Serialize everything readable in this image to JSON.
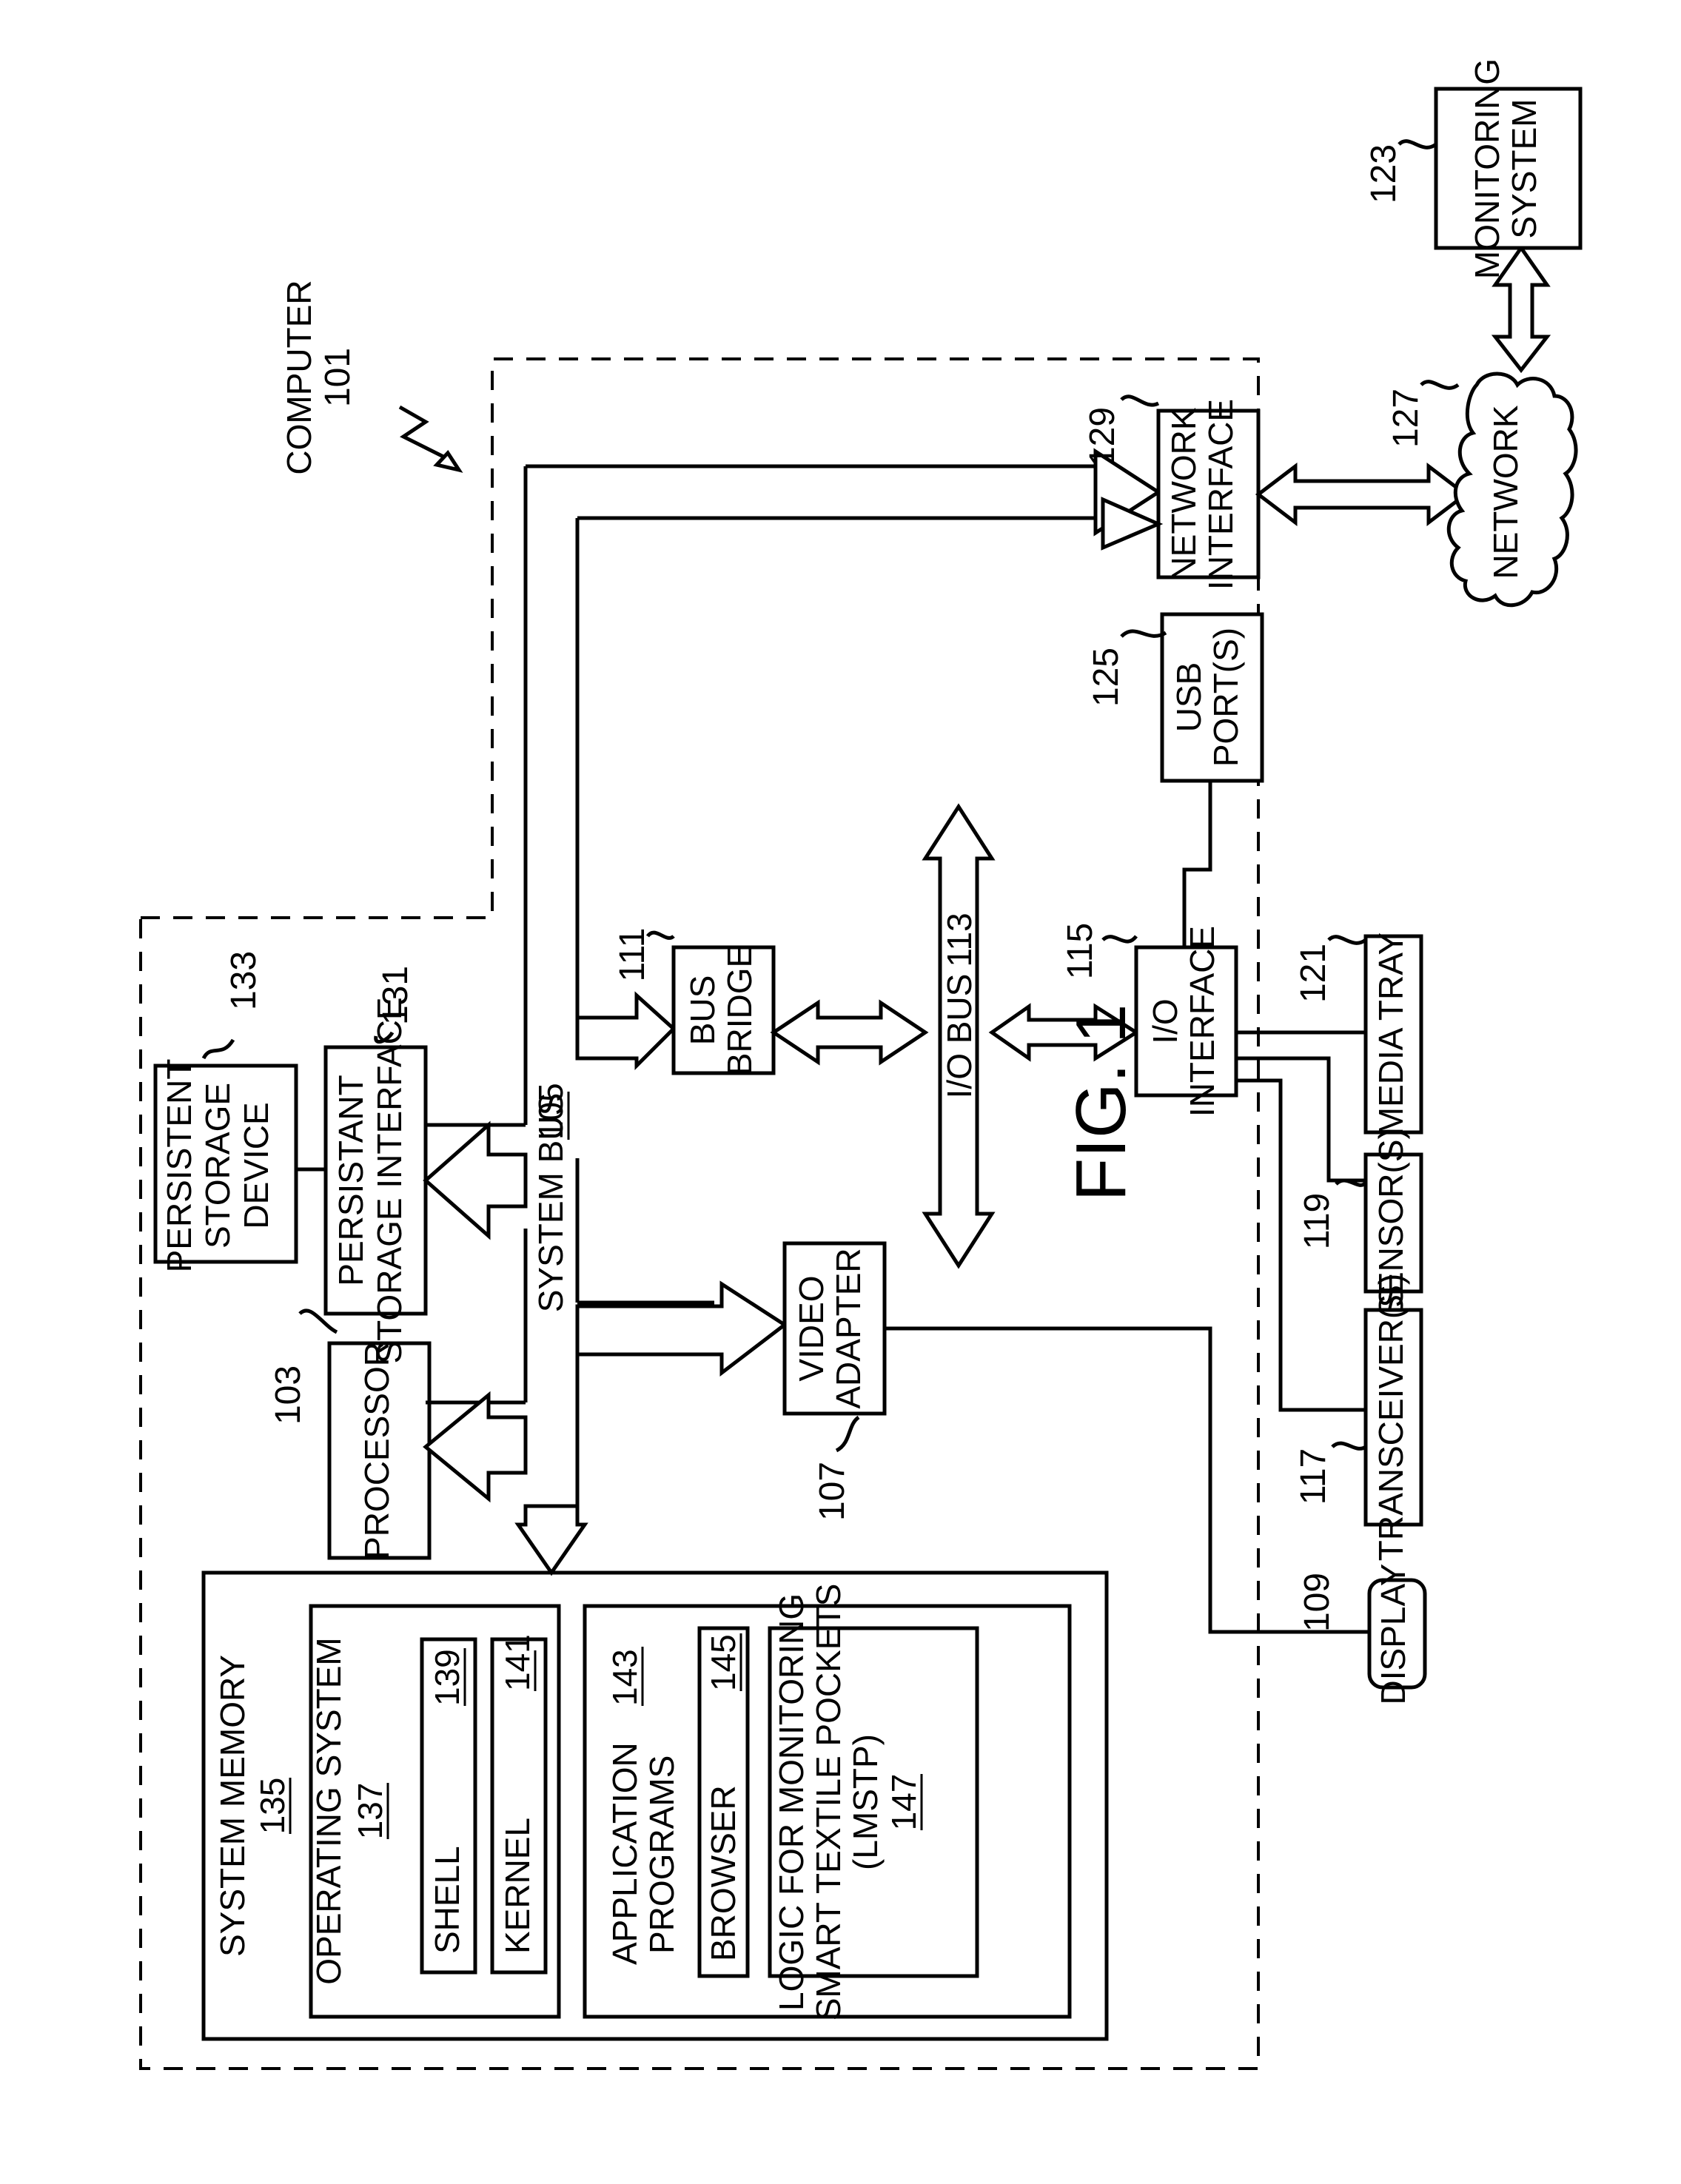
{
  "figure_label": "FIG. 1",
  "computer": {
    "label": "COMPUTER",
    "ref": "101"
  },
  "processor": {
    "label": "PROCESSOR",
    "ref": "103"
  },
  "system_bus": {
    "label": "SYSTEM BUS",
    "ref": "105"
  },
  "video_adapter": {
    "line1": "VIDEO",
    "line2": "ADAPTER",
    "ref": "107"
  },
  "display": {
    "label": "DISPLAY",
    "ref": "109"
  },
  "bus_bridge": {
    "line1": "BUS",
    "line2": "BRIDGE",
    "ref": "111"
  },
  "io_bus": {
    "label": "I/O BUS",
    "ref": "113"
  },
  "io_interface": {
    "line1": "I/O",
    "line2": "INTERFACE",
    "ref": "115"
  },
  "transceivers": {
    "label": "TRANSCEIVER(S)",
    "ref": "117"
  },
  "sensors": {
    "label": "SENSOR(S)",
    "ref": "119"
  },
  "media_tray": {
    "label": "MEDIA TRAY",
    "ref": "121"
  },
  "monitoring_system": {
    "line1": "MONITORING",
    "line2": "SYSTEM",
    "ref": "123"
  },
  "usb_ports": {
    "line1": "USB",
    "line2": "PORT(S)",
    "ref": "125"
  },
  "network": {
    "label": "NETWORK",
    "ref": "127"
  },
  "network_interface": {
    "line1": "NETWORK",
    "line2": "INTERFACE",
    "ref": "129"
  },
  "persistent_storage_interface": {
    "line1": "PERSISTANT",
    "line2": "STORAGE INTERFACE",
    "ref": "131"
  },
  "persistent_storage_device": {
    "line1": "PERSISTENT",
    "line2": "STORAGE",
    "line3": "DEVICE",
    "ref": "133"
  },
  "system_memory": {
    "label": "SYSTEM MEMORY",
    "ref": "135"
  },
  "operating_system": {
    "label": "OPERATING SYSTEM",
    "ref": "137"
  },
  "shell": {
    "label": "SHELL",
    "ref": "139"
  },
  "kernel": {
    "label": "KERNEL",
    "ref": "141"
  },
  "application_programs": {
    "line1": "APPLICATION",
    "line2": "PROGRAMS",
    "ref": "143"
  },
  "browser": {
    "label": "BROWSER",
    "ref": "145"
  },
  "lmstp": {
    "line1": "LOGIC FOR MONITORING",
    "line2": "SMART TEXTILE POCKETS",
    "line3": "(LMSTP)",
    "ref": "147"
  }
}
